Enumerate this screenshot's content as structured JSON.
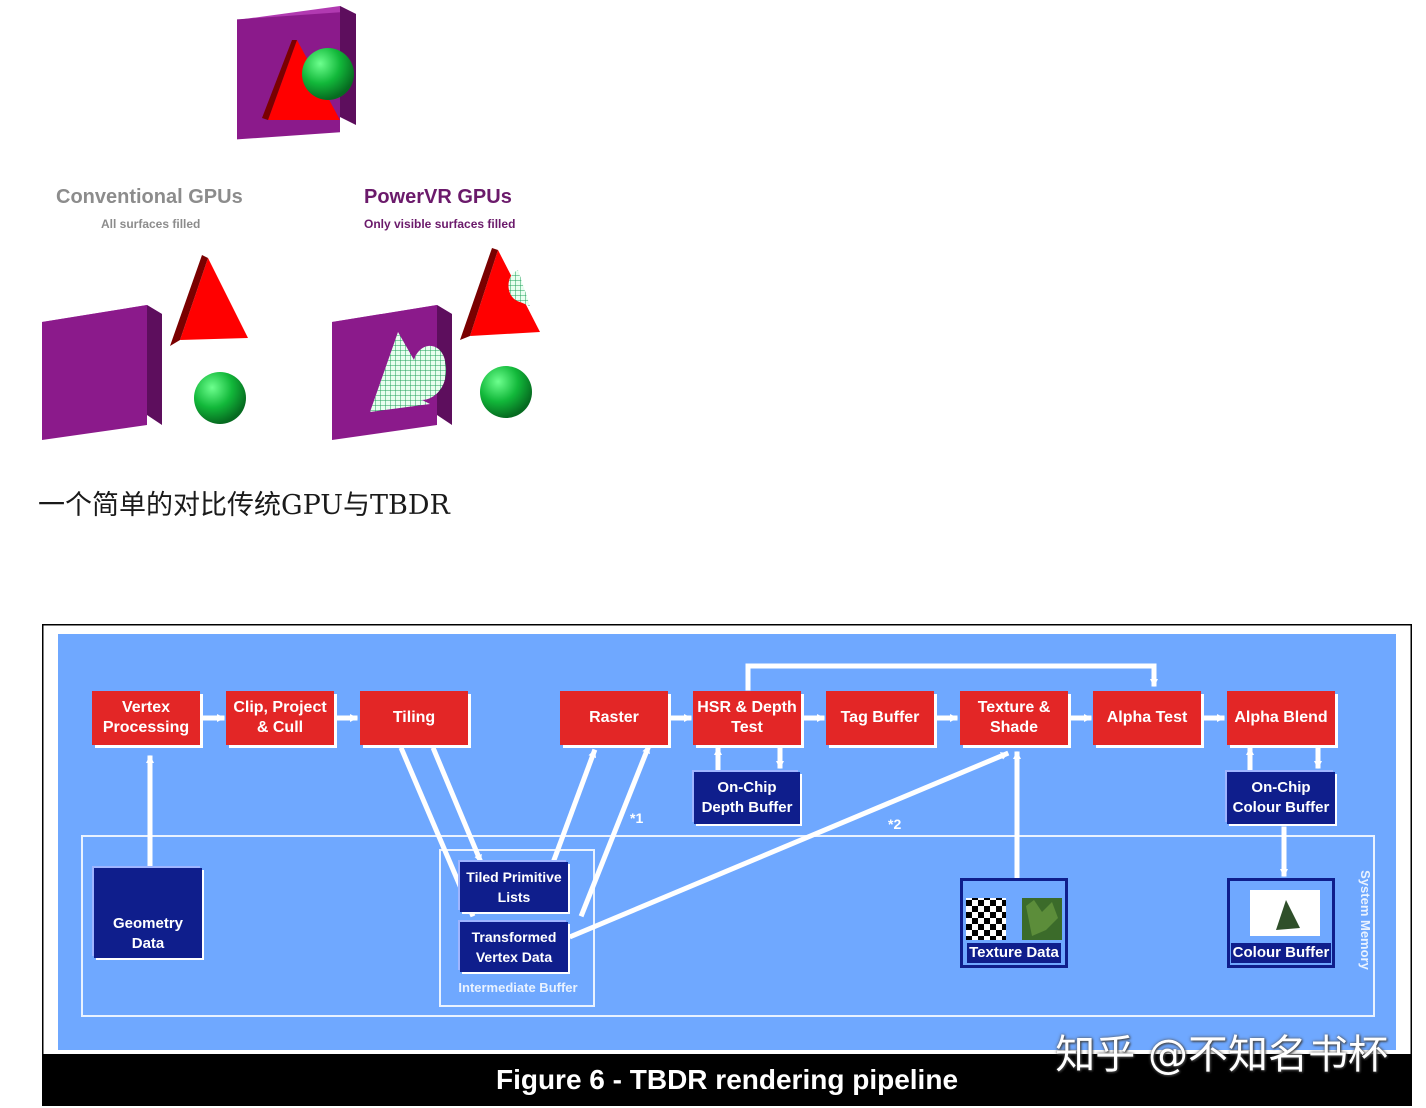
{
  "top_figure": {
    "conventional": {
      "title": "Conventional GPUs",
      "subtitle": "All surfaces filled",
      "color": "#8c8c8c"
    },
    "powervr": {
      "title": "PowerVR GPUs",
      "subtitle": "Only visible surfaces filled",
      "color": "#6b1a6b"
    },
    "colors": {
      "cube": "#8b1a8b",
      "triangle": "#ff0000",
      "sphere": "#12b83a",
      "mesh": "#1fa05a"
    }
  },
  "caption": "一个简单的对比传统GPU与TBDR",
  "pipeline": {
    "stages": [
      {
        "line1": "Vertex",
        "line2": "Processing"
      },
      {
        "line1": "Clip, Project",
        "line2": "& Cull"
      },
      {
        "line1": "Tiling",
        "line2": ""
      },
      {
        "line1": "Raster",
        "line2": ""
      },
      {
        "line1": "HSR & Depth",
        "line2": "Test"
      },
      {
        "line1": "Tag Buffer",
        "line2": ""
      },
      {
        "line1": "Texture &",
        "line2": "Shade"
      },
      {
        "line1": "Alpha Test",
        "line2": ""
      },
      {
        "line1": "Alpha Blend",
        "line2": ""
      }
    ],
    "on_chip_depth": {
      "line1": "On-Chip",
      "line2": "Depth Buffer"
    },
    "on_chip_colour": {
      "line1": "On-Chip",
      "line2": "Colour Buffer"
    },
    "geometry_data": {
      "line1": "Geometry",
      "line2": "Data"
    },
    "tiled_primitive": {
      "line1": "Tiled Primitive",
      "line2": "Lists"
    },
    "transformed_vertex": {
      "line1": "Transformed",
      "line2": "Vertex Data"
    },
    "intermediate_buffer": "Intermediate Buffer",
    "texture_data": "Texture Data",
    "colour_buffer": "Colour Buffer",
    "system_memory": "System Memory",
    "note1": "*1",
    "note2": "*2",
    "figure_title": "Figure 6 - TBDR rendering pipeline",
    "colors": {
      "background": "#6fa8ff",
      "stage": "#e32626",
      "memory": "#0f1e8c",
      "arrow": "#ffffff"
    }
  },
  "watermark": "知乎 @不知名书杯"
}
